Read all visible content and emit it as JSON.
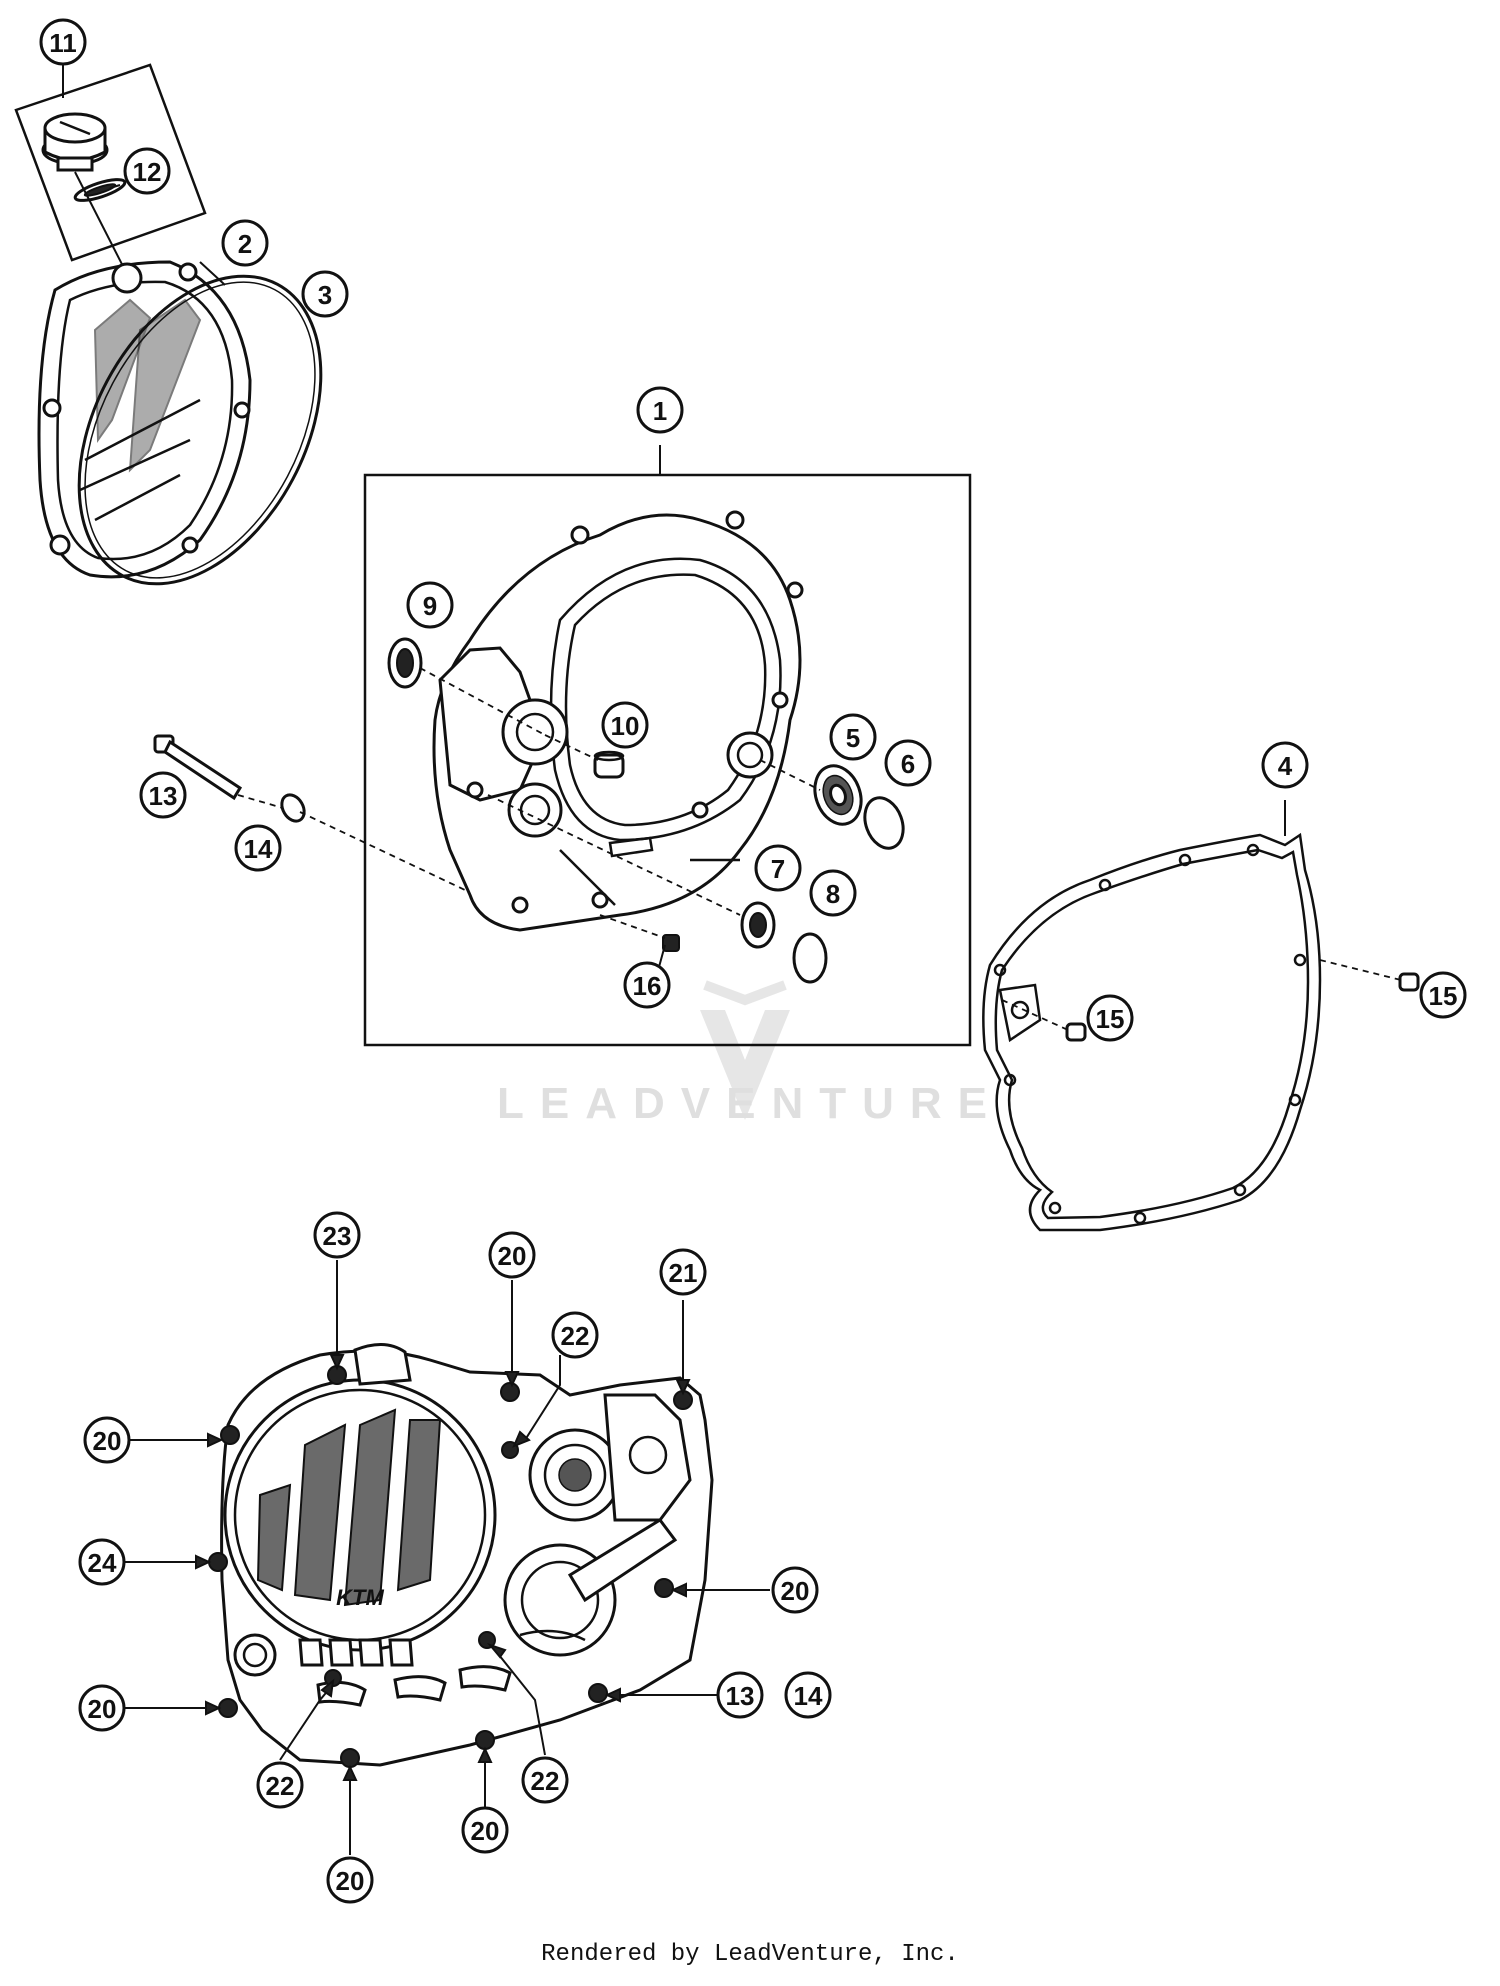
{
  "watermark": {
    "text": "LEADVENTURE",
    "color": "#dcdcdc"
  },
  "footer": {
    "text": "Rendered by LeadVenture, Inc."
  },
  "callouts": [
    {
      "label": "11"
    },
    {
      "label": "12"
    },
    {
      "label": "2"
    },
    {
      "label": "3"
    },
    {
      "label": "1"
    },
    {
      "label": "9"
    },
    {
      "label": "10"
    },
    {
      "label": "5"
    },
    {
      "label": "6"
    },
    {
      "label": "4"
    },
    {
      "label": "13"
    },
    {
      "label": "14"
    },
    {
      "label": "7"
    },
    {
      "label": "8"
    },
    {
      "label": "16"
    },
    {
      "label": "15"
    },
    {
      "label": "15"
    },
    {
      "label": "23"
    },
    {
      "label": "20"
    },
    {
      "label": "21"
    },
    {
      "label": "22"
    },
    {
      "label": "20"
    },
    {
      "label": "24"
    },
    {
      "label": "20"
    },
    {
      "label": "20"
    },
    {
      "label": "13"
    },
    {
      "label": "14"
    },
    {
      "label": "22"
    },
    {
      "label": "22"
    },
    {
      "label": "20"
    },
    {
      "label": "20"
    }
  ],
  "logo_text": "KTM"
}
